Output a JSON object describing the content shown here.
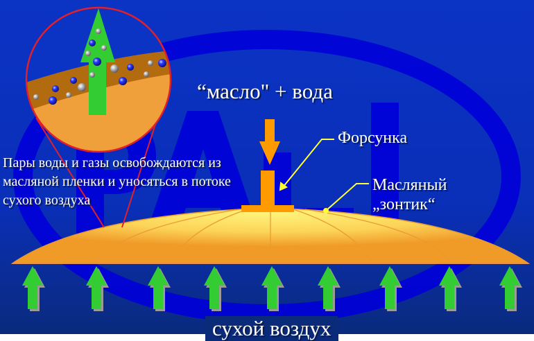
{
  "diagram": {
    "title": "“масло\" + вода",
    "nozzle_label": "Форсунка",
    "umbrella_label_line1": "Масляный",
    "umbrella_label_line2": "„зонтик“",
    "release_text": "Пары воды и газы освобождаются из масляной пленки и уносяться в потоке сухого воздуха",
    "bottom_label": "сухой воздух",
    "watermark": "PALL",
    "airflow_arrow_count": 9,
    "colors": {
      "background_top": "#0a2fc0",
      "background_bottom": "#0a2a7a",
      "watermark": "#0000d8",
      "oil_dark": "#f0a030",
      "oil_light": "#fff080",
      "oil_film": "#b36b10",
      "nozzle": "#ff9a00",
      "arrow_green": "#33cc33",
      "callout_yellow": "#ffff33",
      "magnifier_red": "#e0202a",
      "text": "#ffffff"
    }
  }
}
